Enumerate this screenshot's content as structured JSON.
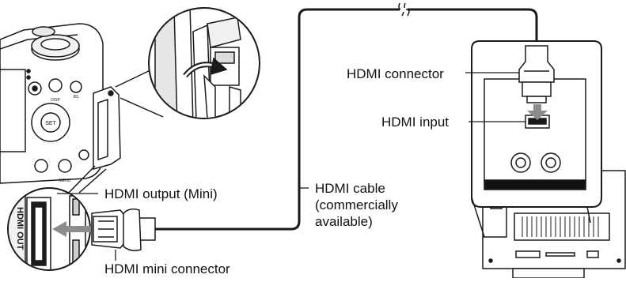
{
  "labels": {
    "hdmi_connector": "HDMI connector",
    "hdmi_input": "HDMI input",
    "hdmi_output": "HDMI output (Mini)",
    "hdmi_cable_line1": "HDMI cable",
    "hdmi_cable_line2": "(commercially",
    "hdmi_cable_line3": "available)",
    "hdmi_mini_connector": "HDMI mini connector",
    "port_marking": "HDMI OUT"
  },
  "camera_button_text": {
    "set": "SET",
    "menu": "MENU",
    "bs": "BS",
    "disp": "DISP"
  },
  "colors": {
    "line": "#1a1a1a",
    "body_fill": "#ffffff",
    "shade": "#d8d8d8",
    "dark_panel": "#111111",
    "arrow_gray": "#8c8c8c"
  }
}
